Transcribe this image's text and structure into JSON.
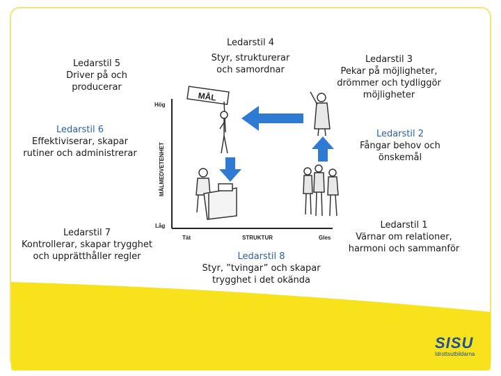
{
  "styles": {
    "s1": {
      "title": "Ledarstil 1",
      "desc": "Värnar om relationer, harmoni och sammanför"
    },
    "s2": {
      "title": "Ledarstil 2",
      "desc": "Fångar behov och önskemål"
    },
    "s3": {
      "title": "Ledarstil 3",
      "desc": "Pekar på möjligheter, drömmer och tydliggör möjligheter"
    },
    "s4": {
      "title": "Ledarstil 4",
      "desc": "Styr, strukturerar och samordnar"
    },
    "s5": {
      "title": "Ledarstil 5",
      "desc": "Driver på och producerar"
    },
    "s6": {
      "title": "Ledarstil 6",
      "desc": "Effektiviserar, skapar rutiner och administrerar"
    },
    "s7": {
      "title": "Ledarstil 7",
      "desc": "Kontrollerar, skapar trygghet och upprätthåller regler"
    },
    "s8": {
      "title": "Ledarstil 8",
      "desc": "Styr, ”tvingar” och skapar trygghet i det okända"
    }
  },
  "axes": {
    "y_label": "MÅLMEDVETENHET",
    "y_high": "Hög",
    "y_low": "Låg",
    "x_label": "STRUKTUR",
    "x_left": "Tät",
    "x_right": "Gles"
  },
  "sign_text": "MÅL",
  "logo": {
    "word": "SISU",
    "sub": "Idrottsutbildarna"
  },
  "colors": {
    "accent_yellow": "#f7e21b",
    "arrow_blue": "#2f7bd4",
    "text_blue": "#2a5fa8"
  }
}
